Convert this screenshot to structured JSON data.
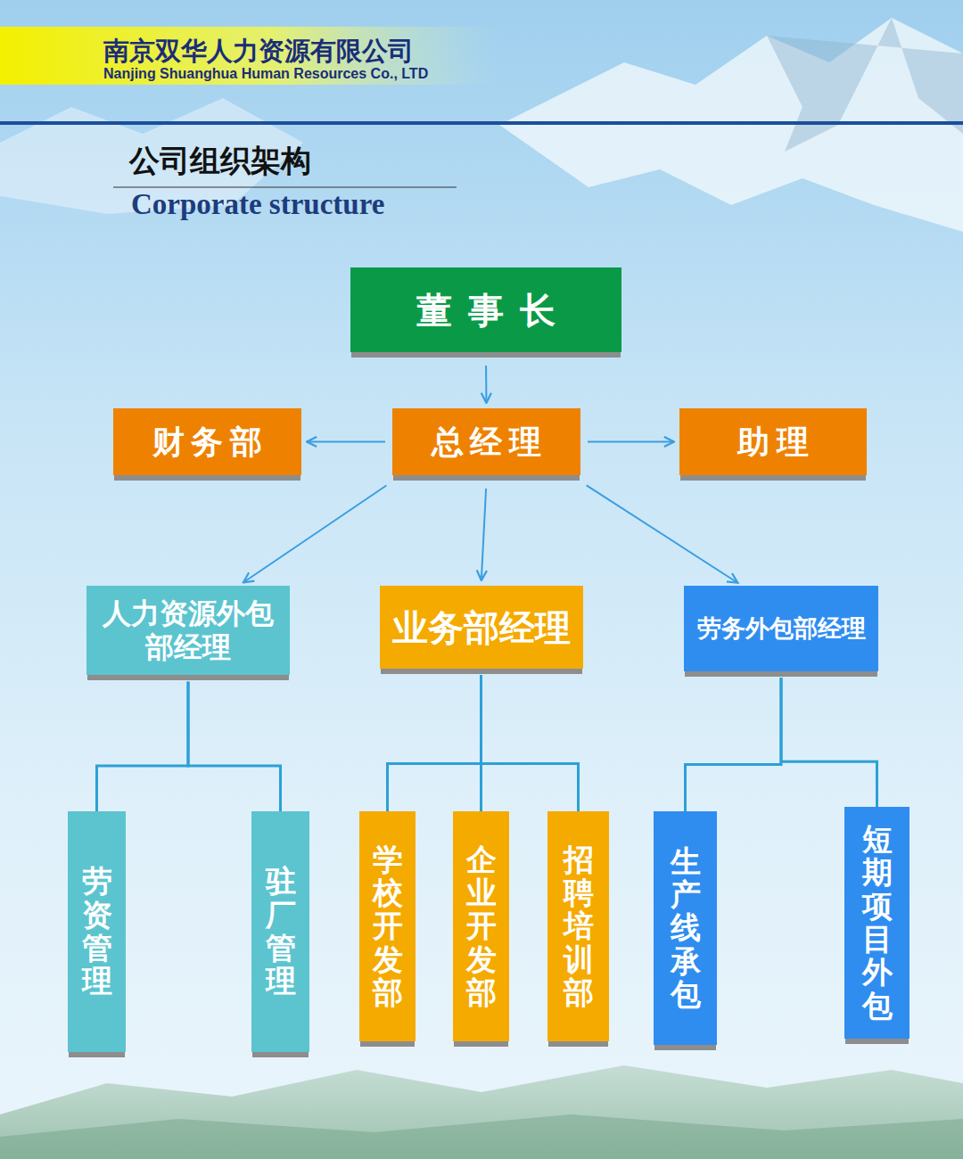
{
  "diagram": {
    "title": "公司组织架构",
    "nodes": [
      {
        "text": [
          "董事长"
        ]
      },
      {
        "text": [
          "财务部"
        ]
      },
      {
        "text": [
          "总经理"
        ]
      },
      {
        "text": [
          "助理"
        ]
      },
      {
        "text": [
          "人力资源外包部经理"
        ]
      },
      {
        "text": [
          "业务部经理"
        ]
      },
      {
        "text": [
          "劳务外包部经理"
        ]
      },
      {
        "text": [
          "劳资管理"
        ]
      },
      {
        "text": [
          "驻厂管理"
        ]
      },
      {
        "text": [
          "学校开发部"
        ]
      },
      {
        "text": [
          "企业开发部"
        ]
      },
      {
        "text": [
          "招聘培训部"
        ]
      },
      {
        "text": [
          "生产线承包"
        ]
      },
      {
        "text": [
          "短期项目外包"
        ]
      }
    ],
    "edges": [
      {
        "from": 0,
        "to": 2,
        "arrow": "to"
      },
      {
        "from": 2,
        "to": 1,
        "arrow": "to"
      },
      {
        "from": 2,
        "to": 3,
        "arrow": "to"
      },
      {
        "from": 2,
        "to": 4,
        "arrow": "to"
      },
      {
        "from": 2,
        "to": 5,
        "arrow": "to"
      },
      {
        "from": 2,
        "to": 6,
        "arrow": "to"
      },
      {
        "from": 4,
        "to": 7,
        "arrow": "none"
      },
      {
        "from": 4,
        "to": 8,
        "arrow": "none"
      },
      {
        "from": 5,
        "to": 9,
        "arrow": "none"
      },
      {
        "from": 5,
        "to": 10,
        "arrow": "none"
      },
      {
        "from": 5,
        "to": 11,
        "arrow": "none"
      },
      {
        "from": 6,
        "to": 12,
        "arrow": "none"
      },
      {
        "from": 6,
        "to": 13,
        "arrow": "none"
      }
    ],
    "labels": [
      "南京双华人力资源有限公司",
      "Nanjing Shuanghua Human Resources Co., LTD",
      "Corporate structure"
    ]
  }
}
